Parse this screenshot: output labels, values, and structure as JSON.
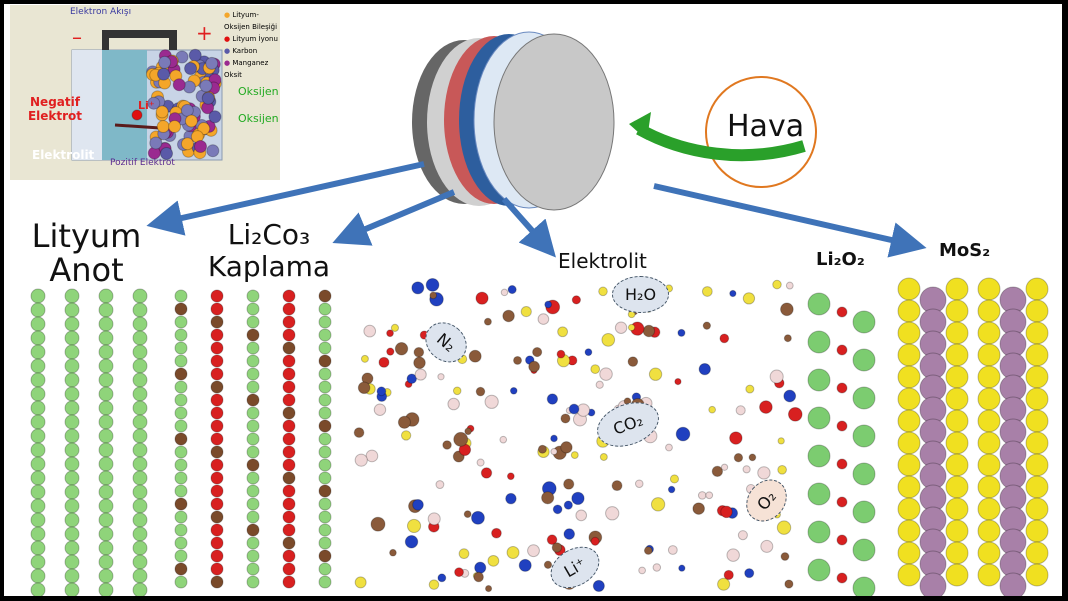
{
  "inset": {
    "electron_flow": "Elektron Akışı",
    "minus": "–",
    "plus": "+",
    "legend": [
      "Lityum-Oksijen Bileşiği",
      "Lityum İyonu",
      "Karbon",
      "Manganez Oksit"
    ],
    "legend_colors": [
      "#f4a62a",
      "#e01010",
      "#5a5aa8",
      "#9a2a90"
    ],
    "negative": "Negatif Elektrot",
    "electrolyte": "Elektrolit",
    "positive": "Pozitif Elektrot",
    "oxygen": "Oksijen",
    "li_ion": "Li⁺"
  },
  "air_label": "Hava",
  "labels": {
    "anode": "Lityum Anot",
    "coating": "Li₂Co₃ Kaplama",
    "electrolyte": "Elektrolit",
    "li2o2": "Li₂O₂",
    "mos2": "MoS₂"
  },
  "molecules": {
    "water": "H₂O",
    "nitrogen": "N₂",
    "co2": "CO₂",
    "oxygen": "O₂",
    "lithium": "Li⁺"
  },
  "colors": {
    "arrow": "#3f73b8",
    "air_circle": "#e07820",
    "green_arrow": "#2aa02a"
  }
}
